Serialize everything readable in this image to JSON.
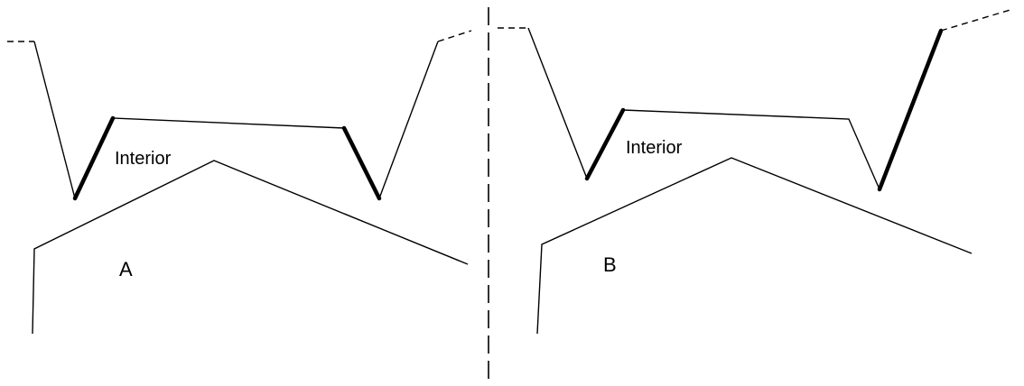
{
  "diagram": {
    "panel_a": {
      "label": "A",
      "interior_label": "Interior"
    },
    "panel_b": {
      "label": "B",
      "interior_label": "Interior"
    }
  }
}
